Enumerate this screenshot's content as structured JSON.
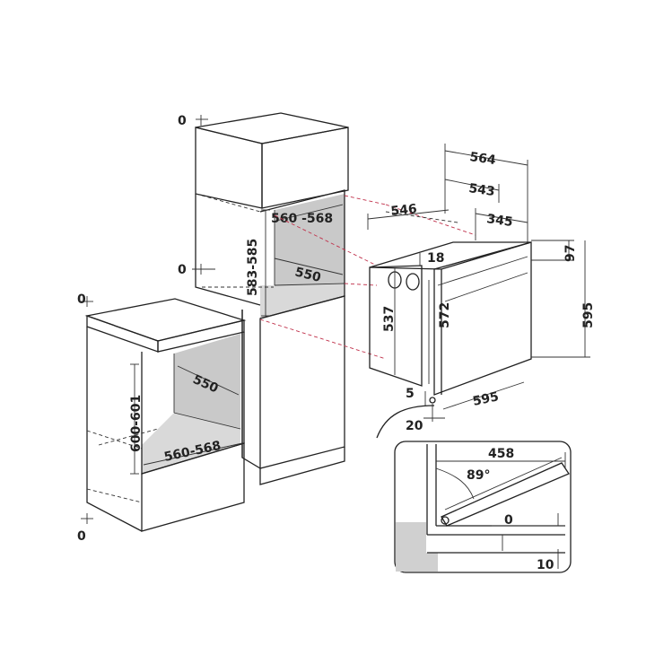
{
  "labels": {
    "tall_cab_top_zero": "0",
    "tall_cab_mid_zero": "0",
    "base_cab_top_zero": "0",
    "base_cab_bottom_zero": "0",
    "niche_tall_width": "560 -568",
    "niche_tall_depth": "550",
    "niche_tall_height": "583-585",
    "niche_base_depth": "550",
    "niche_base_width": "560-568",
    "niche_base_height": "600-601",
    "oven_depth_total": "564",
    "oven_depth_body": "543",
    "oven_depth_built": "546",
    "oven_depth_top": "345",
    "oven_top_gap": "18",
    "oven_panel_height": "97",
    "oven_height_total": "595",
    "oven_height_front": "572",
    "oven_height_body": "537",
    "oven_width": "595",
    "oven_bottom_gap": "5",
    "oven_side_offset": "20",
    "door_depth": "458",
    "door_angle": "89°",
    "door_gap_top": "0",
    "door_gap_bottom": "10"
  },
  "colors": {
    "line": "#222222",
    "niche_fill": "#c9c9c9",
    "floor_fill": "#d9d9d9",
    "leader_red": "#c0304a"
  }
}
